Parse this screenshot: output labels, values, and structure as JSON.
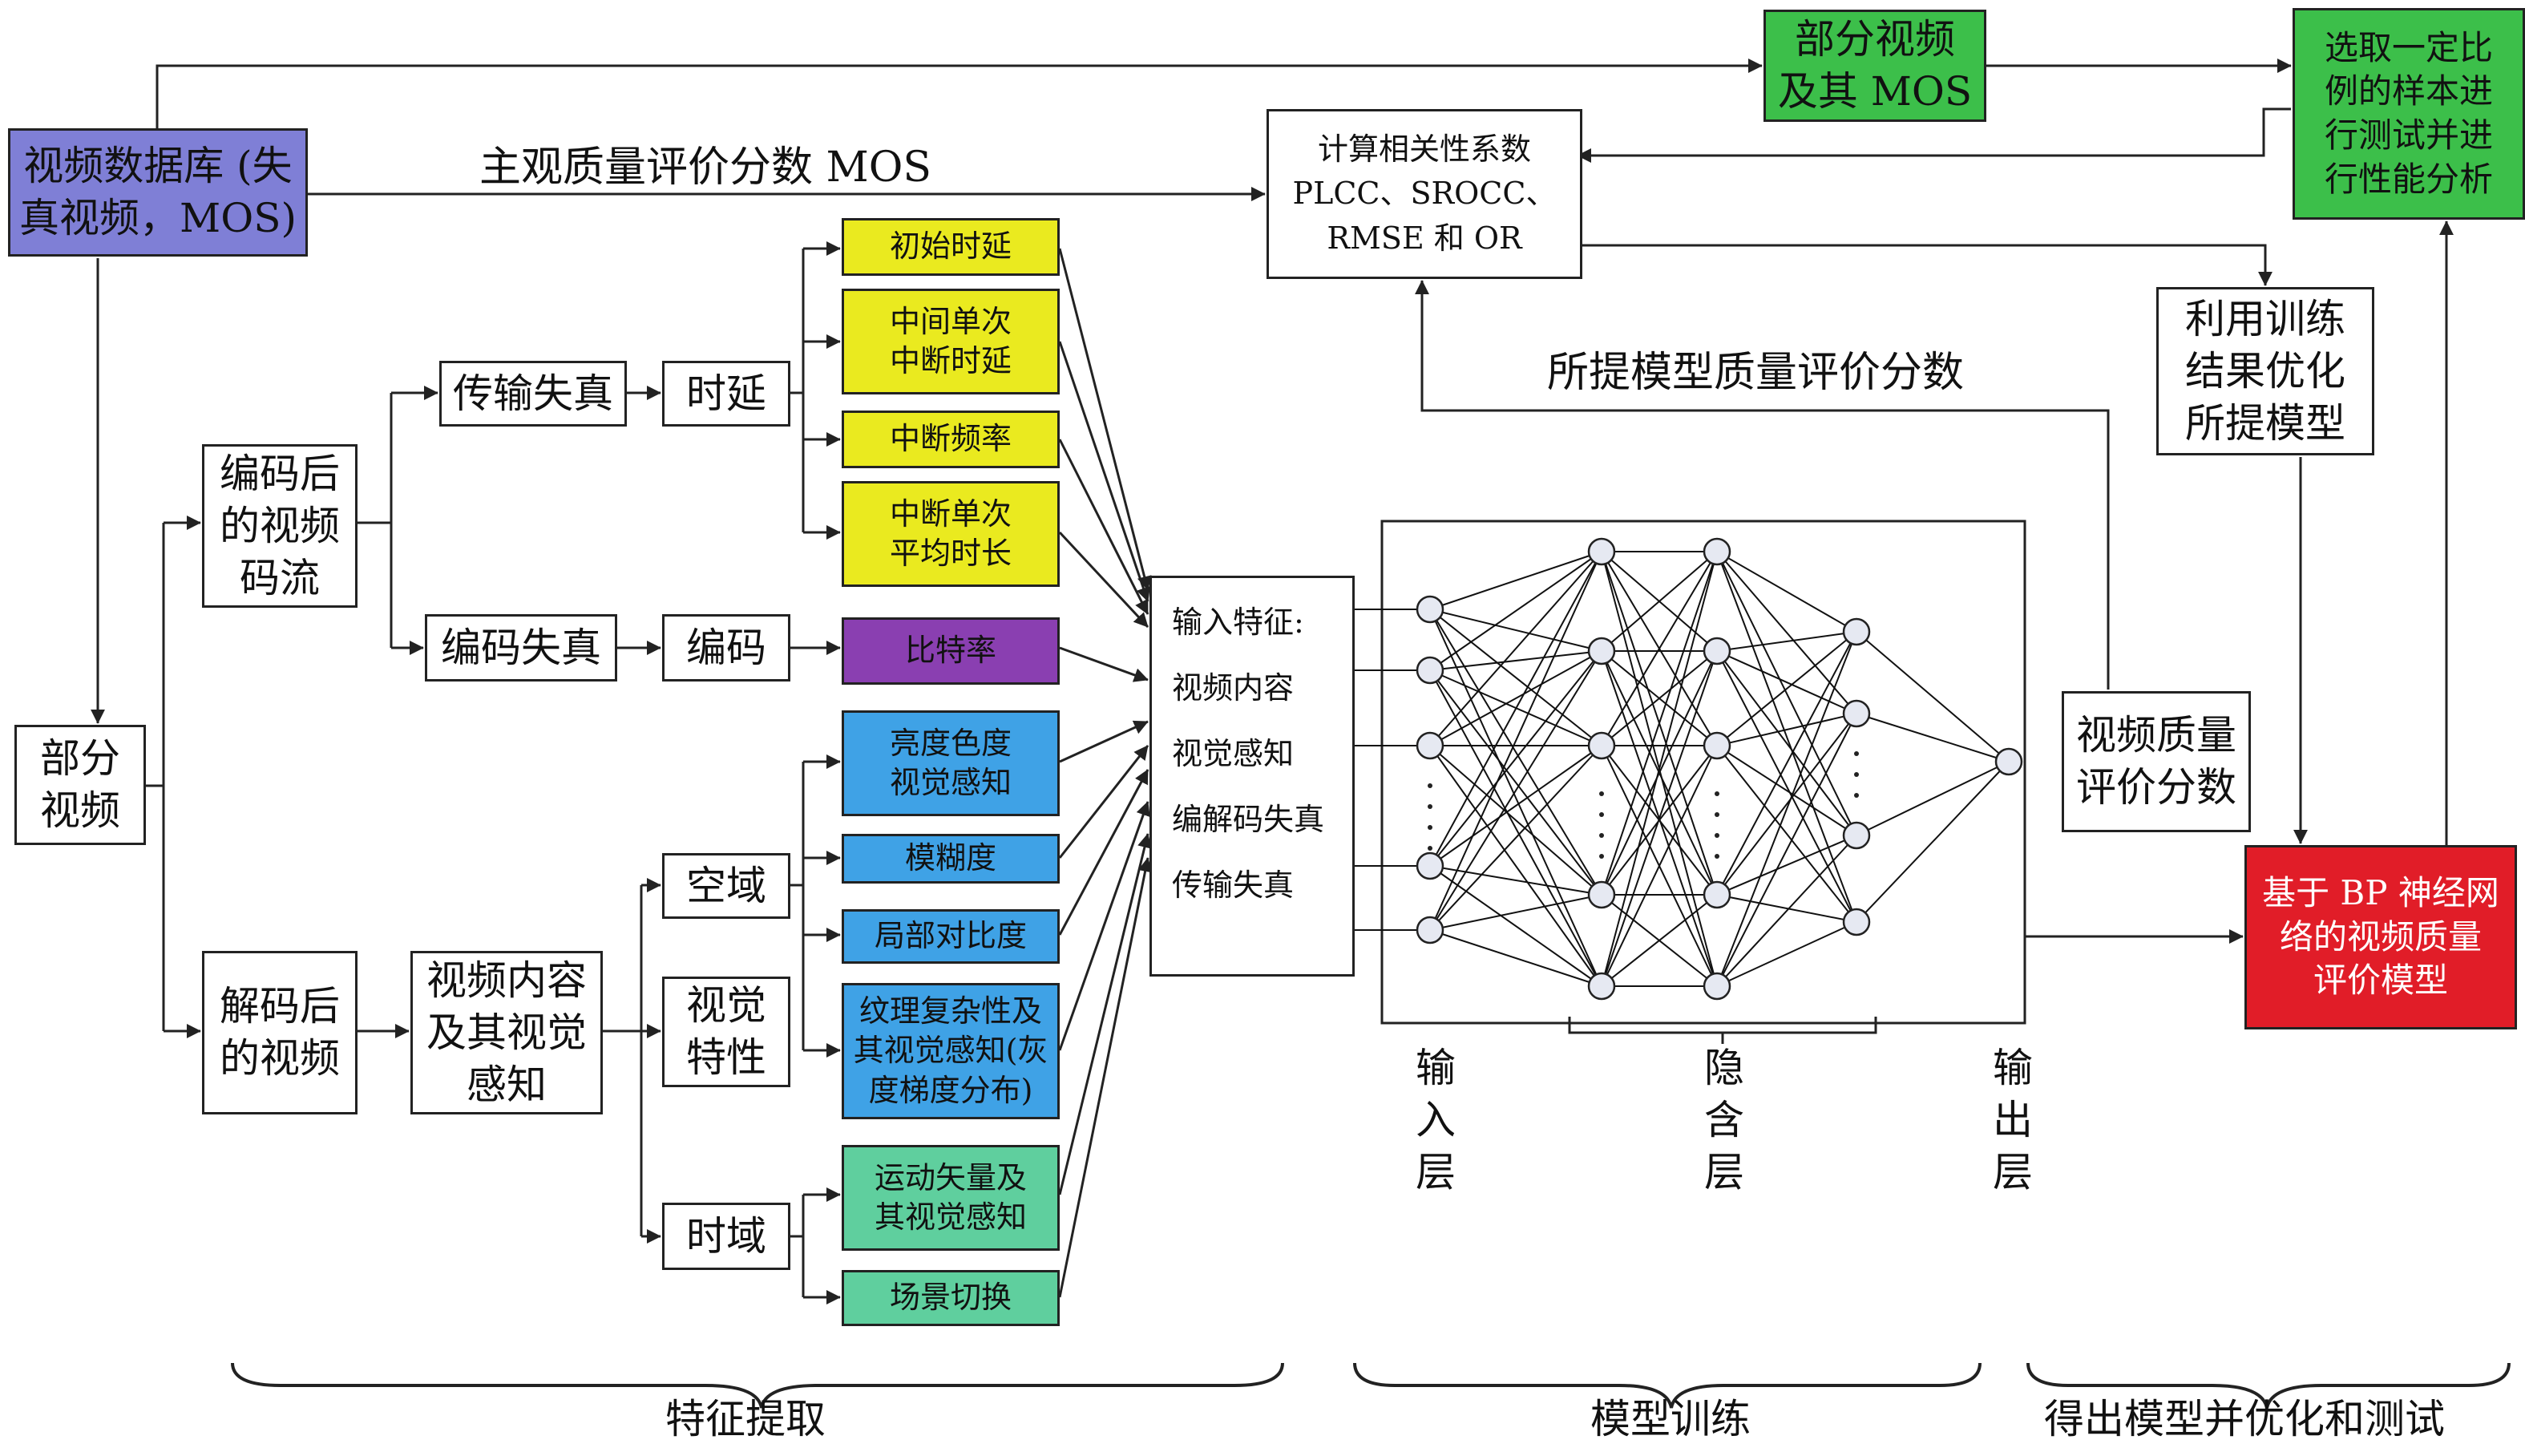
{
  "boxes": {
    "database": "视频数据库 (失\n真视频，MOS)",
    "partial_video": "部分\n视频",
    "encoded_stream": "编码后\n的视频\n码流",
    "decoded_video": "解码后\n的视频",
    "transmission_distortion": "传输失真",
    "encoding_distortion": "编码失真",
    "delay": "时延",
    "encoding": "编码",
    "content_perception": "视频内容\n及其视觉\n感知",
    "spatial": "空域",
    "visual": "视觉\n特性",
    "temporal": "时域",
    "f_initial_delay": "初始时延",
    "f_mid_single": "中间单次\n中断时延",
    "f_interrupt_freq": "中断频率",
    "f_avg_interrupt": "中断单次\n平均时长",
    "f_bitrate": "比特率",
    "f_luma_chroma": "亮度色度\n视觉感知",
    "f_blur": "模糊度",
    "f_local_contrast": "局部对比度",
    "f_texture": "纹理复杂性及\n其视觉感知(灰\n度梯度分布)",
    "f_motion": "运动矢量及\n其视觉感知",
    "f_scene": "场景切换",
    "corr": "计算相关性系数\nPLCC、SROCC、\nRMSE 和  OR",
    "partial_mos": "部分视频\n及其 MOS",
    "select_samples": "选取一定比\n例的样本进\n行测试并进\n行性能分析",
    "optimize": "利用训练\n结果优化\n所提模型",
    "quality_score": "视频质量\n评价分数",
    "bp_model": "基于 BP 神经网\n络的视频质量\n评价模型"
  },
  "input_features": {
    "title": "输入特征:",
    "items": [
      "视频内容",
      "视觉感知",
      "编解码失真",
      "传输失真"
    ]
  },
  "labels": {
    "subjective_mos": "主观质量评价分数 MOS",
    "proposed_score": "所提模型质量评价分数",
    "input_layer": "输\n入\n层",
    "hidden_layer": "隐\n含\n层",
    "output_layer": "输\n出\n层"
  },
  "stages": [
    "特征提取",
    "模型训练",
    "得出模型并优化和测试"
  ],
  "colors": {
    "yellow": "#eaea1f",
    "purple": "#8a3fb1",
    "blue": "#3fa2e6",
    "teal": "#5fcf9e",
    "green": "#3cbf4a",
    "lavender": "#7f7fd6",
    "red": "#e11d28"
  }
}
